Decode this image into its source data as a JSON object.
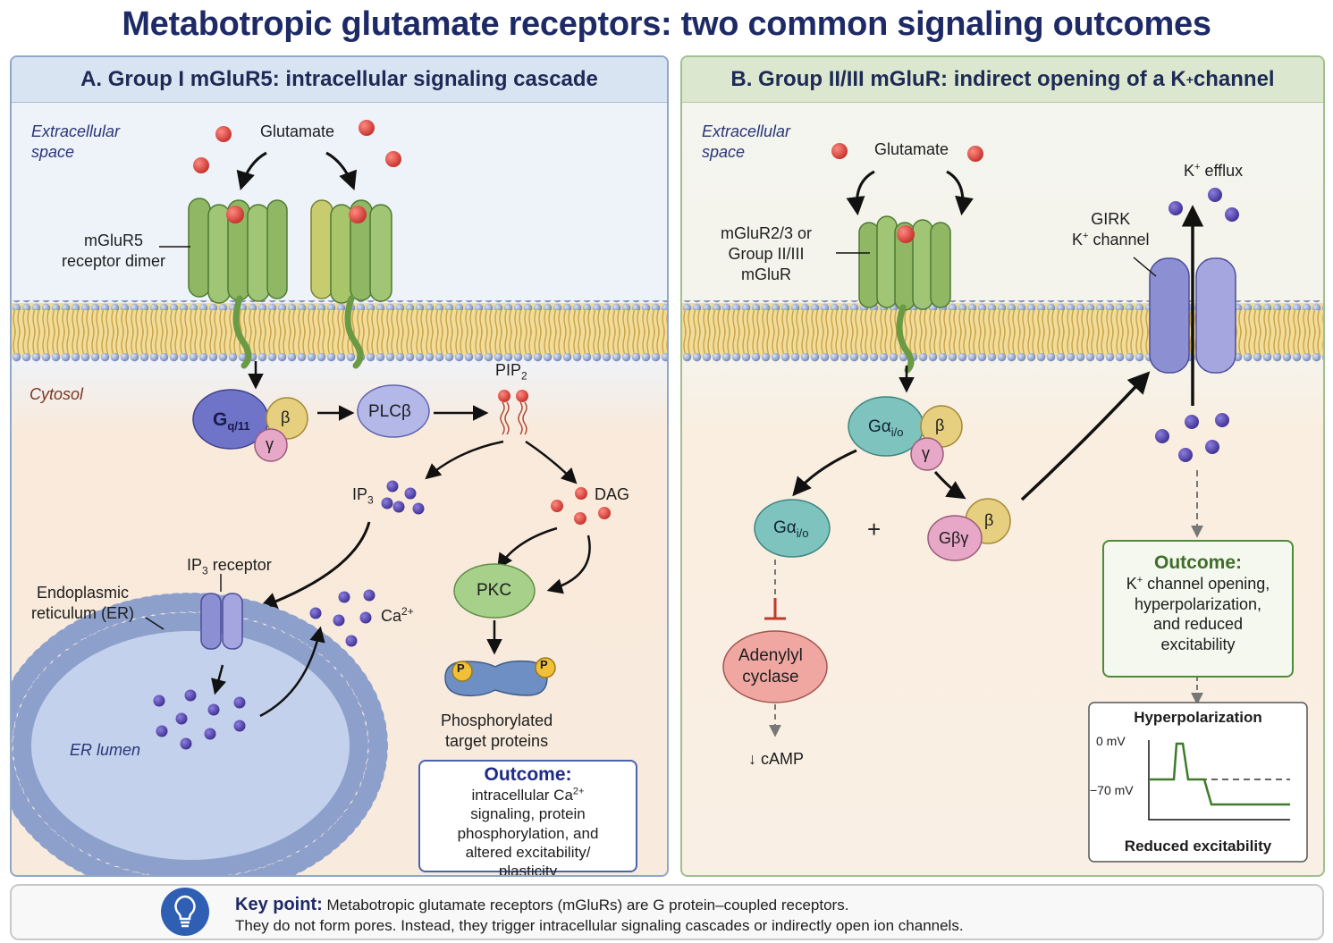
{
  "title": "Metabotropic glutamate receptors: two common signaling outcomes",
  "panel_a": {
    "heading": "A. Group I mGluR5: intracellular signaling cascade",
    "extracellular": "Extracellular\nspace",
    "glutamate": "Glutamate",
    "receptor": "mGluR5\nreceptor dimer",
    "cytosol": "Cytosol",
    "gq": "G",
    "gq_sub": "q/11",
    "beta": "β",
    "gamma": "γ",
    "plc": "PLCβ",
    "pip2": "PIP",
    "pip2_sub": "2",
    "ip3": "IP",
    "ip3_sub": "3",
    "dag": "DAG",
    "ip3r": "IP",
    "ip3r_sub": "3",
    "ip3r_rest": " receptor",
    "er": "Endoplasmic\nreticulum (ER)",
    "ca": "Ca",
    "ca_sup": "2+",
    "pkc": "PKC",
    "p": "P",
    "phospho": "Phosphorylated\ntarget proteins",
    "er_lumen": "ER lumen",
    "outcome_title": "Outcome:",
    "outcome_l1": "intracellular Ca",
    "outcome_l1_sup": "2+",
    "outcome_rest": "signaling, protein\nphosphorylation, and\naltered excitability/\nplasticity"
  },
  "panel_b": {
    "heading_pre": "B. Group II/III mGluR: indirect opening of a K",
    "heading_sup": "+",
    "heading_post": " channel",
    "extracellular": "Extracellular\nspace",
    "glutamate": "Glutamate",
    "receptor": "mGluR2/3 or\nGroup II/III\nmGluR",
    "k_efflux_pre": "K",
    "k_efflux_sup": "+",
    "k_efflux_post": " efflux",
    "girk_1": "GIRK",
    "girk_2_pre": "K",
    "girk_2_sup": "+",
    "girk_2_post": " channel",
    "g_alpha": "Gα",
    "g_alpha_sub": "i/o",
    "beta": "β",
    "gamma": "γ",
    "g_beta_gamma": "Gβγ",
    "plus": "+",
    "adenylyl": "Adenylyl\ncyclase",
    "camp": "↓ cAMP",
    "outcome_title": "Outcome:",
    "outcome_l1_pre": "K",
    "outcome_l1_sup": "+",
    "outcome_l1_post": " channel opening,",
    "outcome_rest": "hyperpolarization,\nand reduced\nexcitability",
    "graph_title": "Hyperpolarization",
    "graph_0mv": "0 mV",
    "graph_70mv": "−70 mV",
    "graph_caption": "Reduced excitability"
  },
  "key_point": {
    "label": "Key point:",
    "line1": " Metabotropic glutamate receptors (mGluRs) are G protein–coupled receptors.",
    "line2": "They do not form pores. Instead, they trigger intracellular signaling cascades or indirectly open ion channels."
  },
  "colors": {
    "title": "#1e2a66",
    "receptor_green": "#8fb764",
    "glutamate_red": "#d84a44",
    "ion_purple": "#5a4aa8",
    "gq_blue": "#6f74c9",
    "outcome_blue": "#1e2a88",
    "outcome_green": "#3f6e2a",
    "girk_purple": "#8d8fd3",
    "inhibit_red": "#c0392b"
  }
}
